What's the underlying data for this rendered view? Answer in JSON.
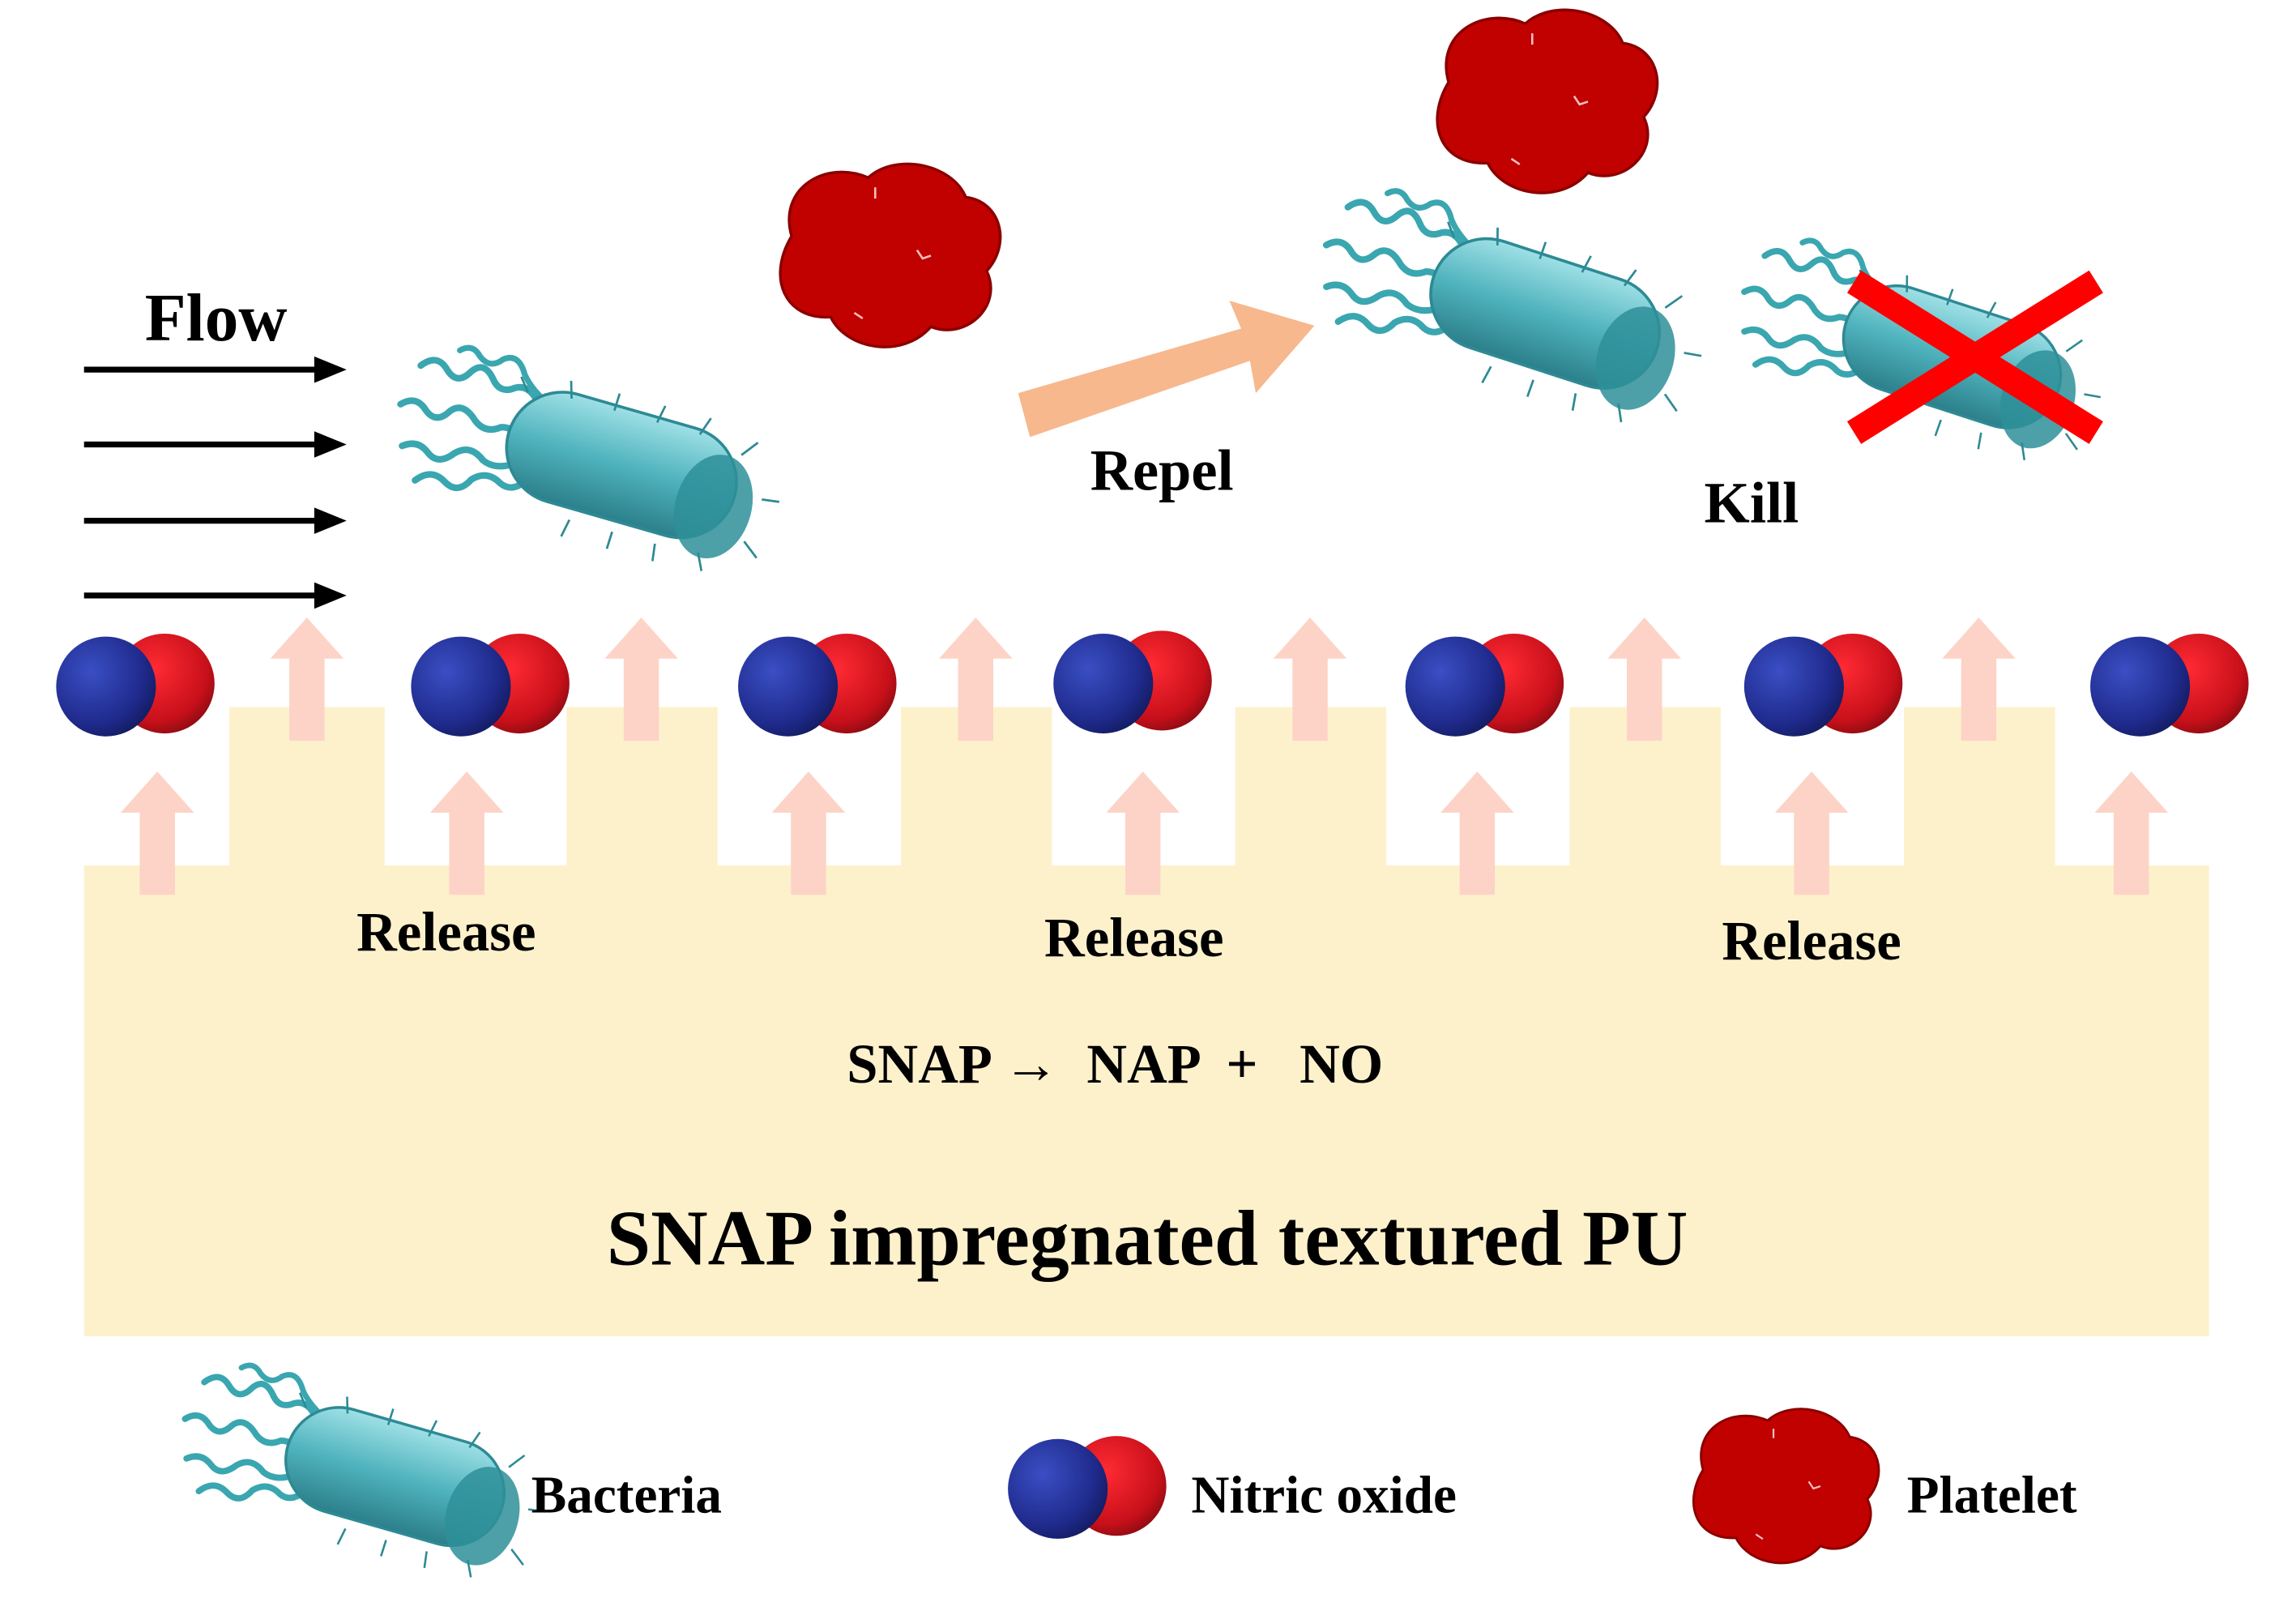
{
  "labels": {
    "flow": "Flow",
    "repel": "Repel",
    "kill": "Kill",
    "release": "Release",
    "equation": "SNAP →  NAP  +   NO",
    "substrate": "SNAP impregnated textured PU"
  },
  "legend": {
    "bacteria": "Bacteria",
    "nitric_oxide": "Nitric oxide",
    "platelet": "Platelet"
  },
  "colors": {
    "substrate": "#fdf1cc",
    "release_arrow": "#fcd3c6",
    "repel_arrow": "#f7b88d",
    "kill_cross": "#ff0000",
    "platelet": "#c10000",
    "bacteria_body": "#4fb3bd",
    "no_blue": "#1f2a8c",
    "no_red": "#c8101a"
  },
  "icons": {
    "bacteria": "bacteria-icon",
    "nitric_oxide": "nitric-oxide-molecule-icon",
    "platelet": "platelet-icon",
    "flow_arrow": "flow-arrow-icon",
    "release_arrow": "release-arrow-icon",
    "repel_arrow": "repel-arrow-icon",
    "cross": "cross-icon"
  }
}
